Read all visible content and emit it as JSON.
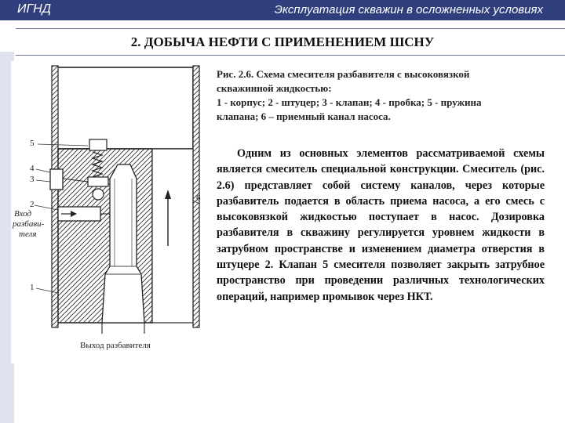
{
  "header": {
    "left": "ИГНД",
    "right": "Эксплуатация скважин в осложненных условиях"
  },
  "slide_title": "2. ДОБЫЧА НЕФТИ С ПРИМЕНЕНИЕМ ШСНУ",
  "figure": {
    "labels": {
      "n5": "5",
      "n4": "4",
      "n3": "3",
      "n2": "2",
      "n1": "1",
      "n6": "6",
      "inlet_line1": "Вход",
      "inlet_line2": "разбави-",
      "inlet_line3": "теля",
      "outlet": "Выход разбавителя"
    }
  },
  "caption": {
    "line1": "Рис. 2.6. Схема смесителя разбавителя с высоковязкой",
    "line2": "скважинной жидкостью:",
    "line3": "1 - корпус; 2 - штуцер; 3 - клапан; 4 - пробка; 5 - пружина",
    "line4": "клапана; 6 – приемный канал насоса."
  },
  "body_text": "Одним из основных элементов рассматриваемой схемы является смеситель специальной конструкции. Смеситель (рис. 2.6) представляет собой систему каналов, через которые разбавитель подается в область приема насоса, а его смесь с высоковязкой жидкостью поступает в насос. Дозировка разбавителя в скважину регулируется уровнем жидкости в затрубном пространстве и изменением диаметра отверстия в штуцере 2. Клапан 5 смесителя позволяет закрыть затрубное пространство при проведении различных технологических операций, например промывок через НКТ."
}
